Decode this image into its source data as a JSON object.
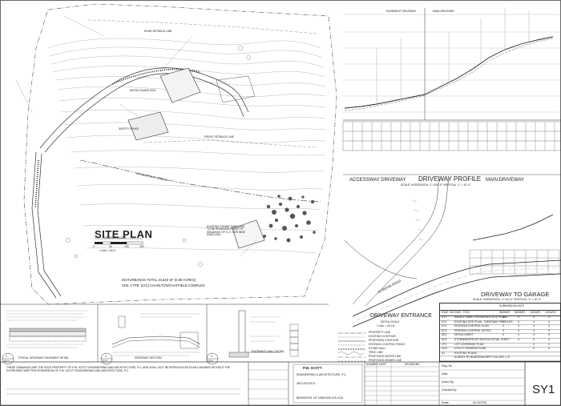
{
  "site_plan": {
    "title": "SITE PLAN",
    "scale_label": "GRAPHIC SCALE",
    "scale_ticks": [
      "0",
      "50",
      "100",
      "200"
    ],
    "scale_units": "1 inch = 50 ft",
    "disturbance_note": "DISTURBANCE TOTAL 34,640 SF (0.80 ACRES)",
    "soil_note": "SOIL TYPE: (CrC) CHARLTON/CHATFIELD COMPLEX",
    "labels": {
      "rear_setback": "REAR SETBACK LINE",
      "front_setback": "FRONT SETBACK LINE",
      "stream": "INTERMITTANT STREAM",
      "safety_fence": "SAFETY FENCE",
      "wood_guard_rail": "WOOD GUARD RAIL",
      "existing_frame": "EXISTING FRAME DWELLING TO BE REMOVED PRIOR TO ISSUANCE OF C.O. FOR NEW DWELLING"
    }
  },
  "profile": {
    "top_labels": [
      "EASEMENT DRIVEWAY",
      "MAIN DRIVEWAY"
    ],
    "sub_labels": [
      "ACCESSWAY DRIVEWAY",
      "DRIVEWAY PROFILE",
      "MAIN DRIVEWAY"
    ],
    "scale": "SCALE: HORIZONTAL: 1\"=100'-0\"  VERTICAL: 1\" = 10'-0\"",
    "stations_count_hint": "",
    "garage_title": "DRIVEWAY TO GARAGE",
    "garage_scale": "SCALE: HORIZONTAL: 1\"=20'-0\"  VERTICAL: 1\" = 10'-0\""
  },
  "entrance": {
    "title": "DRIVEWAY ENTRANCE",
    "detail_scale": "DETAIL SCALE",
    "scale_value": "1 inch = 20.0 ft.",
    "road_label": "GORDON ROAD"
  },
  "details": [
    {
      "num": "1",
      "sheet": "SY1",
      "title": "TYPICAL DRIVEWAY PAVEMENT DETAIL"
    },
    {
      "num": "2",
      "sheet": "SY1",
      "title": "DRIVEWAY SECTION"
    },
    {
      "num": "3",
      "sheet": "SY1",
      "title": "ENTRANCE WALL DETAIL"
    }
  ],
  "drawing_list": {
    "header": "SUBMISSION DATE",
    "columns": [
      "DWG. NO.",
      "DWG. TITLE",
      "08/26/09",
      "08/28/09",
      "10/15/09",
      "10/31/09"
    ],
    "rows": [
      [
        "SY1",
        "SINGLE FAMILY RESIDENCE SITE PLANS",
        "X",
        "X",
        "X",
        "X"
      ],
      [
        "SY2",
        "EXISTING SITE PLAN - DRIVEWAY PROFILES",
        "X",
        "X",
        "X",
        "X"
      ],
      [
        "EC1",
        "EROSION CONTROL PLAN",
        "X",
        "X",
        "X",
        "X"
      ],
      [
        "EC2",
        "EROSION CONTROL NOTES",
        "X",
        "X",
        "X",
        "X"
      ],
      [
        "SD1",
        "DETAIL SHEET",
        "X",
        "X",
        "X",
        "X"
      ],
      [
        "SD2",
        "STORMWATER DETENTION DETAIL SHEET",
        "",
        "X",
        "X",
        "X"
      ],
      [
        "LP1",
        "LOT COVERAGE PLAN",
        "",
        "",
        "X",
        "X"
      ],
      [
        "UG1",
        "UTILITY GRADING PLAN",
        "",
        "",
        "X",
        "X"
      ],
      [
        "S1",
        "EXISTING PLANS",
        "",
        "",
        "",
        ""
      ],
      [
        "",
        "SURVEY BY BURGENDORFF COLLIER, L.S.",
        "",
        "",
        "",
        ""
      ]
    ]
  },
  "legend_items": [
    "PROPERTY LINE",
    "EXISTING CONTOUR",
    "PROPOSED CONTOUR",
    "EROSION CONTROL FENCE",
    "STONE WALL",
    "TREE LINE",
    "PROPOSED WATER LINE",
    "PROPOSED SEWER LINE"
  ],
  "title_block": {
    "firm_name": "P.W. SCOTT",
    "firm_type": "ENGINEERING & ARCHITECTURE, P.C.",
    "address1": "3871 ROUTE 6",
    "address2": "BREWSTER, NY 10509  845-278-2115",
    "revision_headers": [
      "NUMBER",
      "DATE",
      "REVISIONS"
    ],
    "fields": {
      "dwg_no_label": "Dwg. No.",
      "date_label": "Date:",
      "scale_label": "Scale:",
      "scale_value": "AS NOTED",
      "drawn_label": "Drawn By:",
      "checked_label": "Checked By:"
    },
    "sheet_number": "SY1",
    "copyright": "THESE DRAWINGS ARE THE SOLE PROPERTY OF P.W. SCOTT ENGINEERING AND ARCHITECTURE, P.C. AND SHALL NOT BE REPRODUCED IN ANY MANNER WITHOUT THE EXPRESSED WRITTEN PERMISSION OF P.W. SCOTT ENGINEERING AND ARCHITECTURE, P.C."
  }
}
